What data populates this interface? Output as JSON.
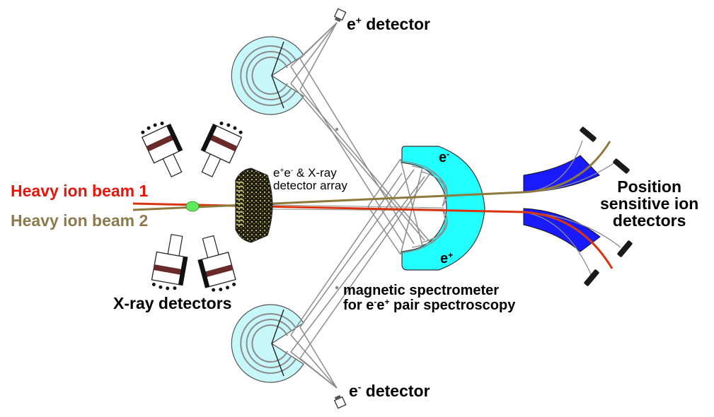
{
  "diagram": {
    "labels": {
      "beam1": "Heavy ion beam 1",
      "beam2": "Heavy ion beam 2",
      "xray_detectors": "X-ray detectors",
      "array_line1_a": "e",
      "array_line1_sup1": "+",
      "array_line1_b": "e",
      "array_line1_sup2": "-",
      "array_line1_c": " & X-ray",
      "array_line2": "detector array",
      "eplus_det_a": "e",
      "eplus_det_sup": "+",
      "eplus_det_b": " detector",
      "eminus_det_a": "e",
      "eminus_det_sup": "-",
      "eminus_det_b": " detector",
      "spectro_line1": "magnetic spectrometer",
      "spectro_line2_a": "for e",
      "spectro_line2_sup1": "-",
      "spectro_line2_b": "e",
      "spectro_line2_sup2": "+",
      "spectro_line2_c": " pair spectroscopy",
      "magnet_eminus_a": "e",
      "magnet_eminus_sup": "-",
      "magnet_eplus_a": "e",
      "magnet_eplus_sup": "+",
      "ion_det_line1": "Position",
      "ion_det_line2": "sensitive ion",
      "ion_det_line3": "detectors"
    },
    "colors": {
      "beam1": "#d9340f",
      "beam1_label": "#e8140c",
      "beam2": "#8c7a3c",
      "beam2_label": "#8c7a4c",
      "target": "#5fe85a",
      "magnet": "#22ffff",
      "spectrometer_disc": "#c8f7fa",
      "ion_magnet": "#1a1aff",
      "trajectory": "#8c8c8c"
    }
  }
}
